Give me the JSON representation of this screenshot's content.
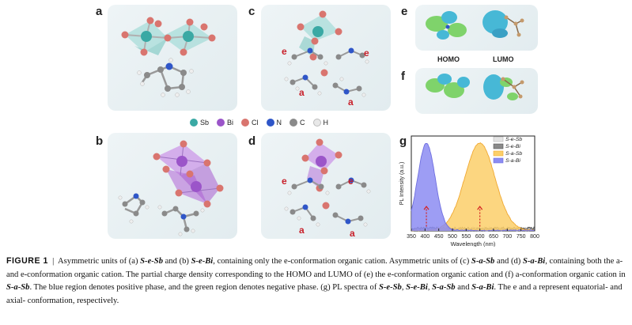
{
  "panels": {
    "a": "a",
    "b": "b",
    "c": "c",
    "d": "d",
    "e": "e",
    "f": "f",
    "g": "g"
  },
  "orbitals": {
    "homo": "HOMO",
    "lumo": "LUMO"
  },
  "conformation_labels": {
    "e": "e",
    "a": "a"
  },
  "element_legend": [
    {
      "symbol": "Sb",
      "color": "#3aa9a4"
    },
    {
      "symbol": "Bi",
      "color": "#9b55c9"
    },
    {
      "symbol": "Cl",
      "color": "#d9756f"
    },
    {
      "symbol": "N",
      "color": "#2f56c8"
    },
    {
      "symbol": "C",
      "color": "#8a8a8a"
    },
    {
      "symbol": "H",
      "color": "#e8e8e8"
    }
  ],
  "caption": {
    "fig_label": "FIGURE 1",
    "sep": "|",
    "s1": "Asymmetric units of (a) ",
    "c1": "S-e-Sb",
    "s2": " and (b) ",
    "c2": "S-e-Bi",
    "s3": ", containing only the e-conformation organic cation. Asymmetric units of (c) ",
    "c3": "S-a-Sb",
    "s4": " and (d) ",
    "c4": "S-a-Bi",
    "s5": ", containing both the a- and e-conformation organic cation. The partial charge density corresponding to the HOMO and LUMO of (e) the e-conformation organic cation and (f) a-conformation organic cation in ",
    "c5": "S-a-Sb",
    "s6": ". The blue region denotes positive phase, and the green region denotes negative phase. (g) PL spectra of ",
    "c6": "S-e-Sb",
    "s7": ", ",
    "c7": "S-e-Bi",
    "s8": ", ",
    "c8": "S-a-Sb",
    "s9": " and ",
    "c9": "S-a-Bi",
    "s10": ". The e and a represent equatorial- and axial- conformation, respectively."
  },
  "chart_data": {
    "type": "area",
    "xlabel": "Wavelength (nm)",
    "ylabel": "PL Intensity (a.u.)",
    "xlim": [
      350,
      800
    ],
    "xticks": [
      350,
      400,
      450,
      500,
      550,
      600,
      650,
      700,
      750,
      800
    ],
    "legend_position": "top-right",
    "series": [
      {
        "name": "S-e-Sb",
        "color": "#b5b5b5",
        "fill": "#e4e4e4",
        "kind": "noise"
      },
      {
        "name": "S-e-Bi",
        "color": "#555555",
        "fill": "#8a8a8a",
        "kind": "noise"
      },
      {
        "name": "S-a-Sb",
        "color": "#f0a830",
        "fill": "#fbcf6a",
        "peak_x": 600,
        "fwhm": 130,
        "peak_y": 1.0
      },
      {
        "name": "S-a-Bi",
        "color": "#6e6ee0",
        "fill": "#8c8cf2",
        "peak_x": 405,
        "fwhm": 75,
        "peak_y": 1.0
      }
    ]
  }
}
